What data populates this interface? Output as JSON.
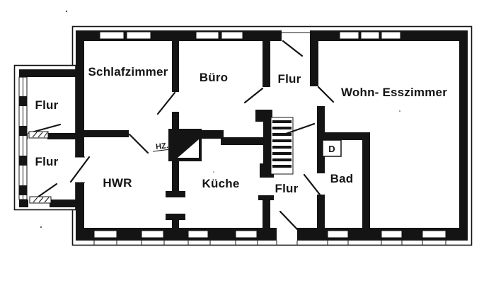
{
  "meta": {
    "kind": "floor-plan",
    "language": "de"
  },
  "colors": {
    "ink": "#141414",
    "paper": "#ffffff"
  },
  "rooms": [
    {
      "id": "schlafzimmer",
      "label": "Schlafzimmer"
    },
    {
      "id": "buero",
      "label": "Büro"
    },
    {
      "id": "flur-top",
      "label": "Flur"
    },
    {
      "id": "wohn-esszimmer",
      "label": "Wohn- Esszimmer"
    },
    {
      "id": "flur-annex-upper",
      "label": "Flur"
    },
    {
      "id": "flur-annex-lower",
      "label": "Flur"
    },
    {
      "id": "hwr",
      "label": "HWR"
    },
    {
      "id": "kueche",
      "label": "Küche"
    },
    {
      "id": "flur-bottom",
      "label": "Flur"
    },
    {
      "id": "bad",
      "label": "Bad"
    }
  ],
  "annotations": {
    "heating_label": "HZ.",
    "shower_label": "D"
  }
}
